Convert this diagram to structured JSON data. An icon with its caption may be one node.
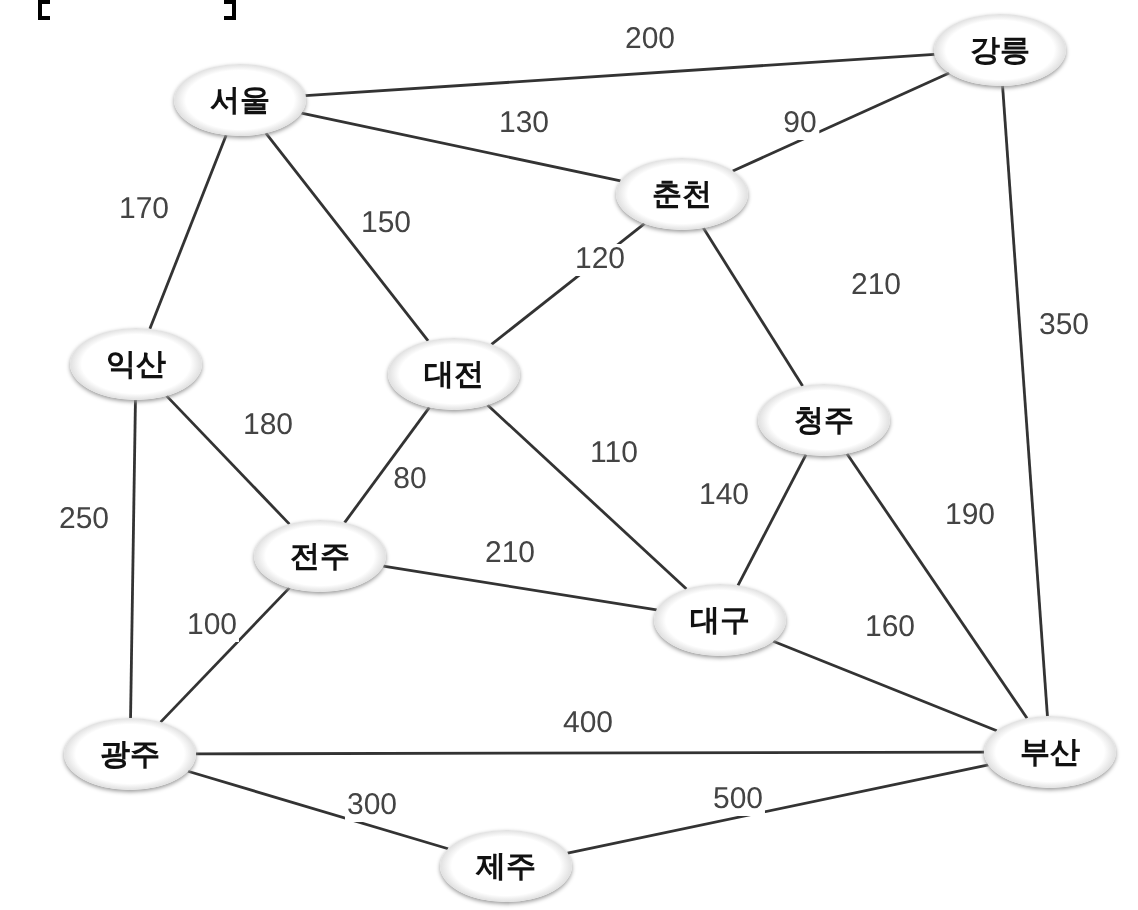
{
  "diagram": {
    "nodes": [
      {
        "text": [
          "서울"
        ]
      },
      {
        "text": [
          "강릉"
        ]
      },
      {
        "text": [
          "춘천"
        ]
      },
      {
        "text": [
          "익산"
        ]
      },
      {
        "text": [
          "대전"
        ]
      },
      {
        "text": [
          "청주"
        ]
      },
      {
        "text": [
          "전주"
        ]
      },
      {
        "text": [
          "대구"
        ]
      },
      {
        "text": [
          "광주"
        ]
      },
      {
        "text": [
          "부산"
        ]
      },
      {
        "text": [
          "제주"
        ]
      }
    ],
    "edges": [
      {
        "from": 0,
        "to": 1,
        "arrow": "none",
        "label": "200"
      },
      {
        "from": 0,
        "to": 2,
        "arrow": "none",
        "label": "130"
      },
      {
        "from": 0,
        "to": 3,
        "arrow": "none",
        "label": "170"
      },
      {
        "from": 0,
        "to": 4,
        "arrow": "none",
        "label": "150"
      },
      {
        "from": 2,
        "to": 1,
        "arrow": "none",
        "label": "90"
      },
      {
        "from": 2,
        "to": 4,
        "arrow": "none",
        "label": "120"
      },
      {
        "from": 2,
        "to": 5,
        "arrow": "none",
        "label": "210"
      },
      {
        "from": 1,
        "to": 9,
        "arrow": "none",
        "label": "350"
      },
      {
        "from": 3,
        "to": 6,
        "arrow": "none",
        "label": "180"
      },
      {
        "from": 3,
        "to": 8,
        "arrow": "none",
        "label": "250"
      },
      {
        "from": 4,
        "to": 6,
        "arrow": "none",
        "label": "80"
      },
      {
        "from": 4,
        "to": 7,
        "arrow": "none",
        "label": "110"
      },
      {
        "from": 5,
        "to": 7,
        "arrow": "none",
        "label": "140"
      },
      {
        "from": 5,
        "to": 9,
        "arrow": "none",
        "label": "190"
      },
      {
        "from": 6,
        "to": 7,
        "arrow": "none",
        "label": "210"
      },
      {
        "from": 6,
        "to": 8,
        "arrow": "none",
        "label": "100"
      },
      {
        "from": 7,
        "to": 9,
        "arrow": "none",
        "label": "160"
      },
      {
        "from": 8,
        "to": 9,
        "arrow": "none",
        "label": "400"
      },
      {
        "from": 8,
        "to": 10,
        "arrow": "none",
        "label": "300"
      },
      {
        "from": 10,
        "to": 9,
        "arrow": "none",
        "label": "500"
      }
    ]
  }
}
